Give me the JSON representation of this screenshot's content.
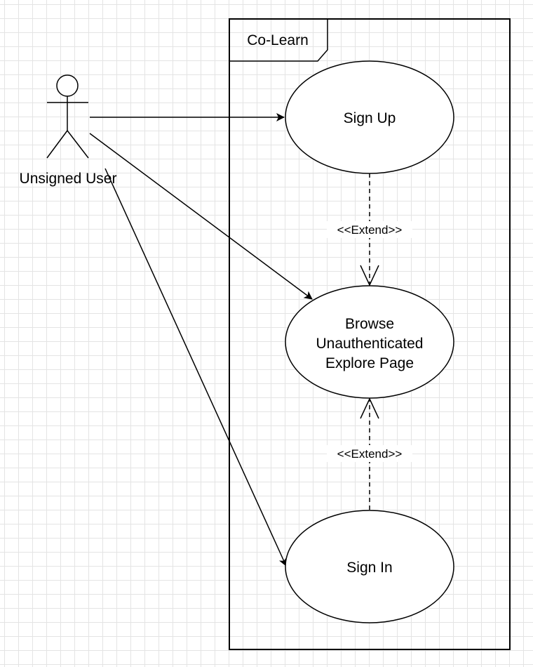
{
  "system": {
    "name": "Co-Learn"
  },
  "actor": {
    "name": "Unsigned User"
  },
  "use_cases": {
    "sign_up": "Sign Up",
    "browse": [
      "Browse",
      "Unauthenticated",
      "Explore Page"
    ],
    "sign_in": "Sign In"
  },
  "relations": {
    "extend_top": "<<Extend>>",
    "extend_bottom": "<<Extend>>"
  },
  "colors": {
    "line": "#000000",
    "grid": "#e4e4e4",
    "background": "#ffffff"
  }
}
